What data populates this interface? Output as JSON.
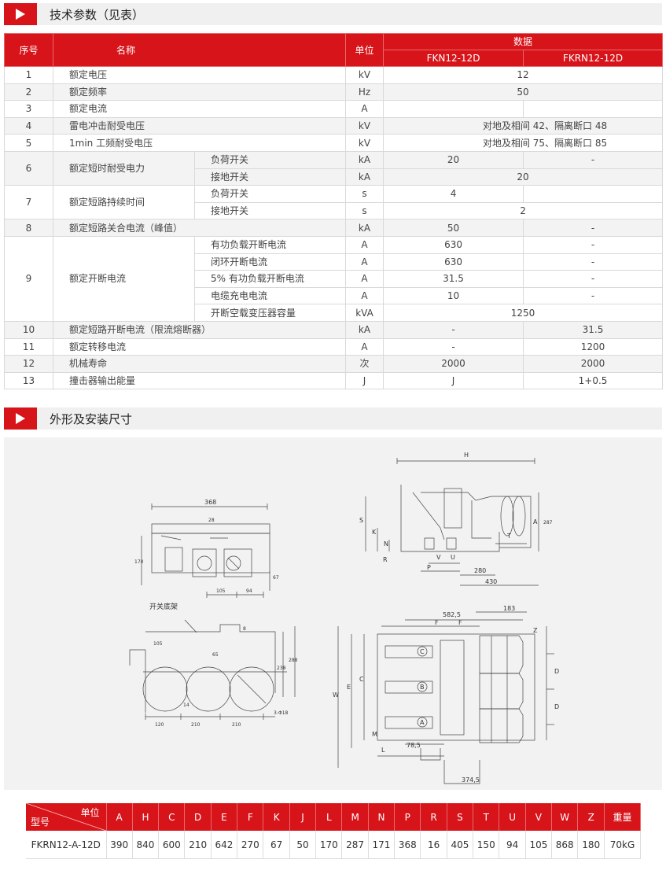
{
  "sections": {
    "specs_title": "技术参数（见表）",
    "dims_title": "外形及安装尺寸"
  },
  "specs": {
    "headers": {
      "index": "序号",
      "name": "名称",
      "unit": "单位",
      "data": "数据",
      "model1": "FKN12-12D",
      "model2": "FKRN12-12D"
    },
    "rows": {
      "r1": {
        "no": "1",
        "name": "额定电压",
        "unit": "kV",
        "value": "12"
      },
      "r2": {
        "no": "2",
        "name": "额定频率",
        "unit": "Hz",
        "value": "50"
      },
      "r3": {
        "no": "3",
        "name": "额定电流",
        "unit": "A",
        "v1": "",
        "v2": ""
      },
      "r4": {
        "no": "4",
        "name": "雷电冲击耐受电压",
        "unit": "kV",
        "value": "对地及相间 42、隔离断口 48"
      },
      "r5": {
        "no": "5",
        "name": "1min 工频耐受电压",
        "unit": "kV",
        "value": "对地及相间 75、隔离断口 85"
      },
      "r6": {
        "no": "6",
        "name": "额定短时耐受电力",
        "a_sub": "负荷开关",
        "a_unit": "kA",
        "a_v1": "20",
        "a_v2": "-",
        "b_sub": "接地开关",
        "b_unit": "kA",
        "b_value": "20"
      },
      "r7": {
        "no": "7",
        "name": "额定短路持续时间",
        "a_sub": "负荷开关",
        "a_unit": "s",
        "a_v1": "4",
        "a_v2": "",
        "b_sub": "接地开关",
        "b_unit": "s",
        "b_value": "2"
      },
      "r8": {
        "no": "8",
        "name": "额定短路关合电流（峰值）",
        "unit": "kA",
        "v1": "50",
        "v2": "-"
      },
      "r9": {
        "no": "9",
        "name": "额定开断电流",
        "a_sub": "有功负载开断电流",
        "a_unit": "A",
        "a_v1": "630",
        "a_v2": "-",
        "b_sub": "闭环开断电流",
        "b_unit": "A",
        "b_v1": "630",
        "b_v2": "-",
        "c_sub": "5% 有功负载开断电流",
        "c_unit": "A",
        "c_v1": "31.5",
        "c_v2": "-",
        "d_sub": "电缆充电电流",
        "d_unit": "A",
        "d_v1": "10",
        "d_v2": "-",
        "e_sub": "开断空载变压器容量",
        "e_unit": "kVA",
        "e_value": "1250"
      },
      "r10": {
        "no": "10",
        "name": "额定短路开断电流（限流熔断器）",
        "unit": "kA",
        "v1": "-",
        "v2": "31.5"
      },
      "r11": {
        "no": "11",
        "name": "额定转移电流",
        "unit": "A",
        "v1": "-",
        "v2": "1200"
      },
      "r12": {
        "no": "12",
        "name": "机械寿命",
        "unit": "次",
        "v1": "2000",
        "v2": "2000"
      },
      "r13": {
        "no": "13",
        "name": "撞击器输出能量",
        "unit": "J",
        "v1": "J",
        "v2": "1+0.5"
      }
    }
  },
  "drawing": {
    "frame_label": "开关底架",
    "dims": {
      "d368": "368",
      "d28": "28",
      "d170": "170",
      "d67": "67",
      "d105": "105",
      "d94": "94",
      "d8": "8",
      "d105b": "105",
      "d65": "65",
      "d238": "238",
      "d288": "288",
      "d120": "120",
      "d210a": "210",
      "d210b": "210",
      "d14": "14",
      "d3x4": "3-Φ18",
      "H": "H",
      "S": "S",
      "K": "K",
      "N": "N",
      "R": "R",
      "V": "V",
      "U": "U",
      "P": "P",
      "T": "T",
      "A": "A",
      "d280": "280",
      "d430": "430",
      "d287": "287",
      "d5825": "582,5",
      "d183": "183",
      "F1": "F",
      "F2": "F",
      "Z": "Z",
      "D1": "D",
      "D2": "D",
      "W": "W",
      "E": "E",
      "C": "C",
      "M": "M",
      "L": "L",
      "d785": "78,5",
      "d3745": "374,5",
      "phC": "C",
      "phB": "B",
      "phA": "A"
    }
  },
  "dims_table": {
    "corner_unit": "单位",
    "corner_model": "型号",
    "headers": [
      "A",
      "H",
      "C",
      "D",
      "E",
      "F",
      "K",
      "J",
      "L",
      "M",
      "N",
      "P",
      "R",
      "S",
      "T",
      "U",
      "V",
      "W",
      "Z",
      "重量"
    ],
    "model": "FKRN12-A-12D",
    "values": [
      "390",
      "840",
      "600",
      "210",
      "642",
      "270",
      "67",
      "50",
      "170",
      "287",
      "171",
      "368",
      "16",
      "405",
      "150",
      "94",
      "105",
      "868",
      "180",
      "70kG"
    ]
  },
  "colors": {
    "accent": "#d7141a",
    "header_bg": "#f0f0f0",
    "draw_bg": "#f2f2f2"
  }
}
